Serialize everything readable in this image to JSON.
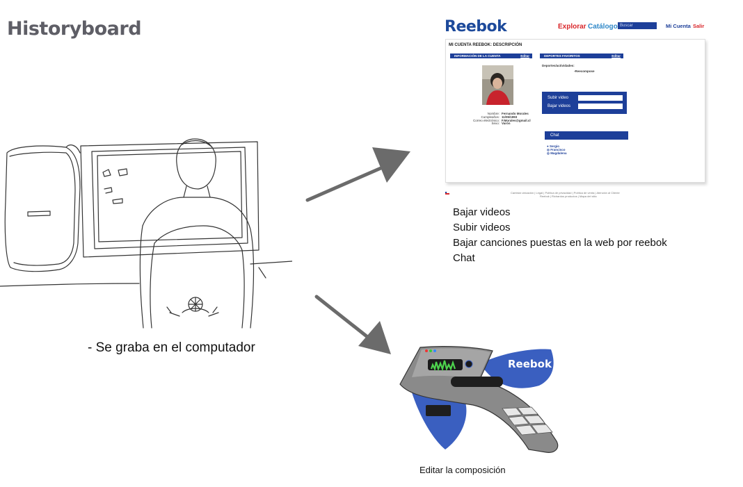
{
  "title": "Historyboard",
  "sketch": {
    "caption": "- Se graba en el computador"
  },
  "website": {
    "logo": "Reebok",
    "nav": {
      "explorar": "Explorar",
      "catalogo": "Catálogo",
      "search_placeholder": "Buscar",
      "mi_cuenta": "Mi Cuenta",
      "salir": "Salir"
    },
    "panel_title": "MI CUENTA REEBOK: DESCRIPCIÓN",
    "info_bar": {
      "label": "INFORMACIÓN DE LA CUENTA",
      "action": "Editar"
    },
    "sports_bar": {
      "label": "DEPORTES FAVORITOS",
      "action": "Editar"
    },
    "profile": [
      {
        "key": "Nombre:",
        "value": "Fernando Morales"
      },
      {
        "key": "Cumpleaños:",
        "value": "11/05/1993"
      },
      {
        "key": "Correo electrónico:",
        "value": "F.Morales@gmail.cl"
      },
      {
        "key": "Sexo:",
        "value": "Varón"
      }
    ],
    "sports_label": "Deportes/actividades:",
    "sports_value": "-Reecompose",
    "upload": {
      "subir": "Subir video",
      "bajar": "Bajar videos"
    },
    "chat": {
      "label": "Chat",
      "users": [
        "Sergio",
        "Francisco",
        "Magdalena"
      ]
    },
    "footer": {
      "line1": "Cambiar ubicación  |  Legal  |  Política de privacidad  |  Política de venta  |  Atención al Cliente",
      "line2": "Reebok  |  Richardos productos  |  Mapa del sitio"
    },
    "colors": {
      "brand_blue": "#1d3f99",
      "red": "#d9262a",
      "light_blue": "#2f88c8"
    }
  },
  "features": [
    "Bajar videos",
    "Subir videos",
    "Bajar canciones puestas en la web por reebok",
    "Chat"
  ],
  "device": {
    "brand": "Reebok",
    "caption": "Editar la composición"
  }
}
